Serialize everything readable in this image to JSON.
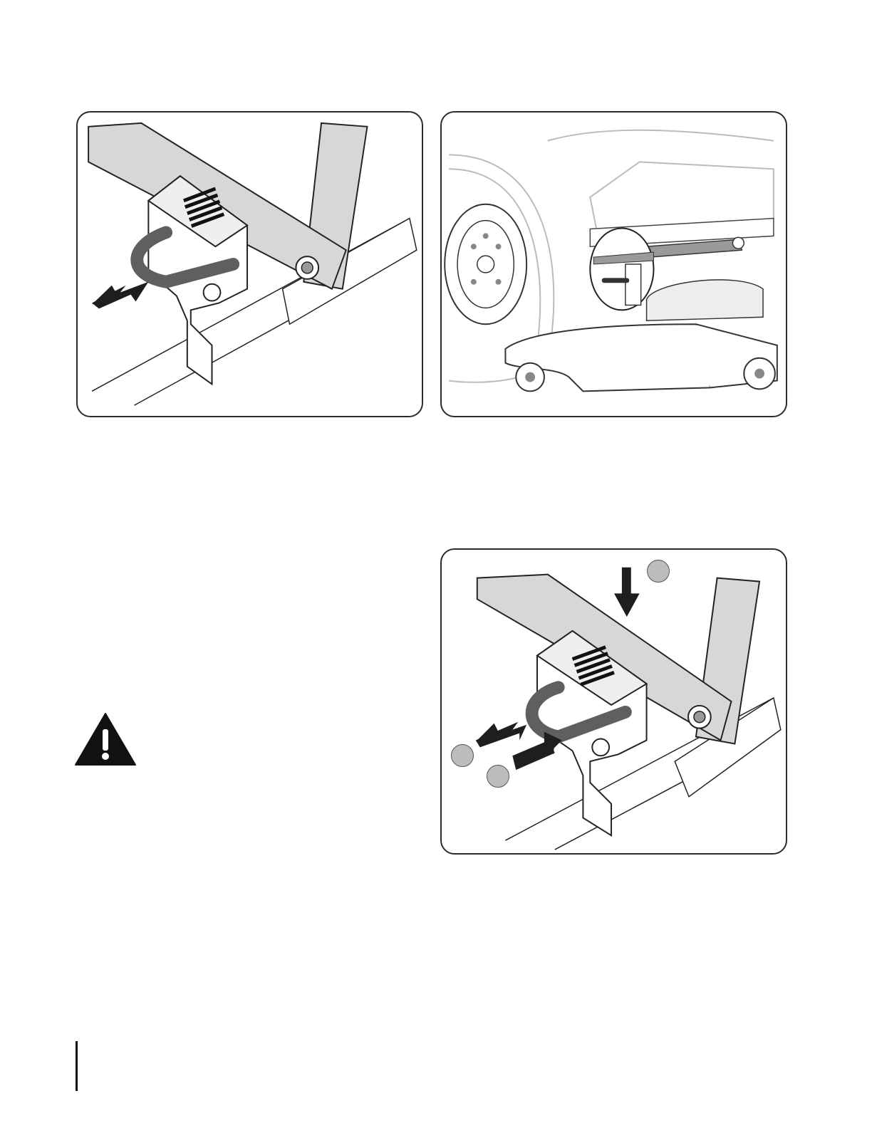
{
  "page": {
    "figures": [
      {
        "icon": "hitch-pin-removal-illustration"
      },
      {
        "icon": "tractor-deck-overview-illustration"
      },
      {
        "icon": "hitch-pin-reinstall-illustration"
      }
    ],
    "callouts": [
      "",
      "",
      ""
    ],
    "warning_icon": "warning-triangle-icon",
    "colors": {
      "ink": "#1e1e1e",
      "shade": "#d7d7d7",
      "pin": "#5f5f5f",
      "callout": "#bdbdbd"
    }
  }
}
